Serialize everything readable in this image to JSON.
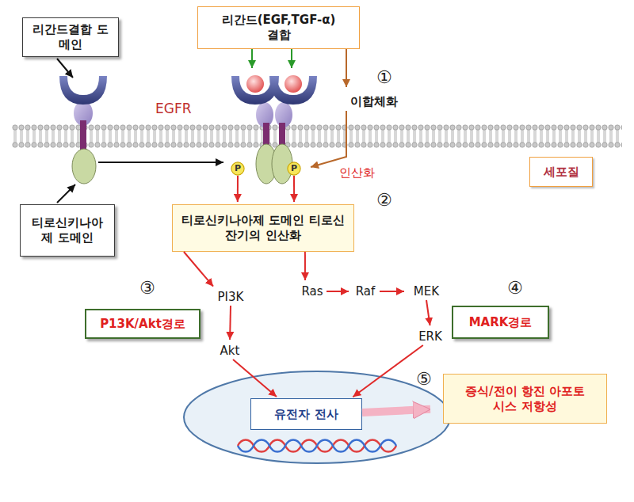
{
  "diagram": {
    "nodes": [
      {
        "text": [
          "리간드결합 도메인"
        ]
      },
      {
        "text": [
          "리간드(EGF,TGF-α) 결합"
        ]
      },
      {
        "text": [
          "세포질"
        ]
      },
      {
        "text": [
          "P"
        ]
      },
      {
        "text": [
          "P"
        ]
      },
      {
        "text": [
          "티로신키나아제 도메인"
        ]
      },
      {
        "text": [
          "티로신키나아제 도메인 티로신잔기의 인산화"
        ]
      },
      {
        "text": [
          "PI3K"
        ]
      },
      {
        "text": [
          "Ras"
        ]
      },
      {
        "text": [
          "Raf"
        ]
      },
      {
        "text": [
          "MEK"
        ]
      },
      {
        "text": [
          "P13K/Akt경로"
        ]
      },
      {
        "text": [
          "MARK경로"
        ]
      },
      {
        "text": [
          "ERK"
        ]
      },
      {
        "text": [
          "Akt"
        ]
      },
      {
        "text": [
          "유전자 전사"
        ]
      },
      {
        "text": [
          "증식/전이 항진 아포토시스 저항성"
        ]
      }
    ],
    "edges": [
      {
        "from": 3,
        "to": 6,
        "arrow": "to"
      },
      {
        "from": 4,
        "to": 6,
        "arrow": "to"
      },
      {
        "from": 6,
        "to": 7,
        "arrow": "to"
      },
      {
        "from": 6,
        "to": 8,
        "arrow": "to"
      },
      {
        "from": 8,
        "to": 9,
        "arrow": "to"
      },
      {
        "from": 9,
        "to": 10,
        "arrow": "to"
      },
      {
        "from": 10,
        "to": 13,
        "arrow": "to"
      },
      {
        "from": 7,
        "to": 14,
        "arrow": "to"
      },
      {
        "from": 14,
        "to": 15,
        "arrow": "to"
      },
      {
        "from": 13,
        "to": 15,
        "arrow": "to"
      },
      {
        "from": 15,
        "to": 16,
        "arrow": "to"
      }
    ],
    "labels": [
      "EGFR",
      "①",
      "이합체화",
      "인산화",
      "②",
      "③",
      "④",
      "⑤"
    ]
  }
}
